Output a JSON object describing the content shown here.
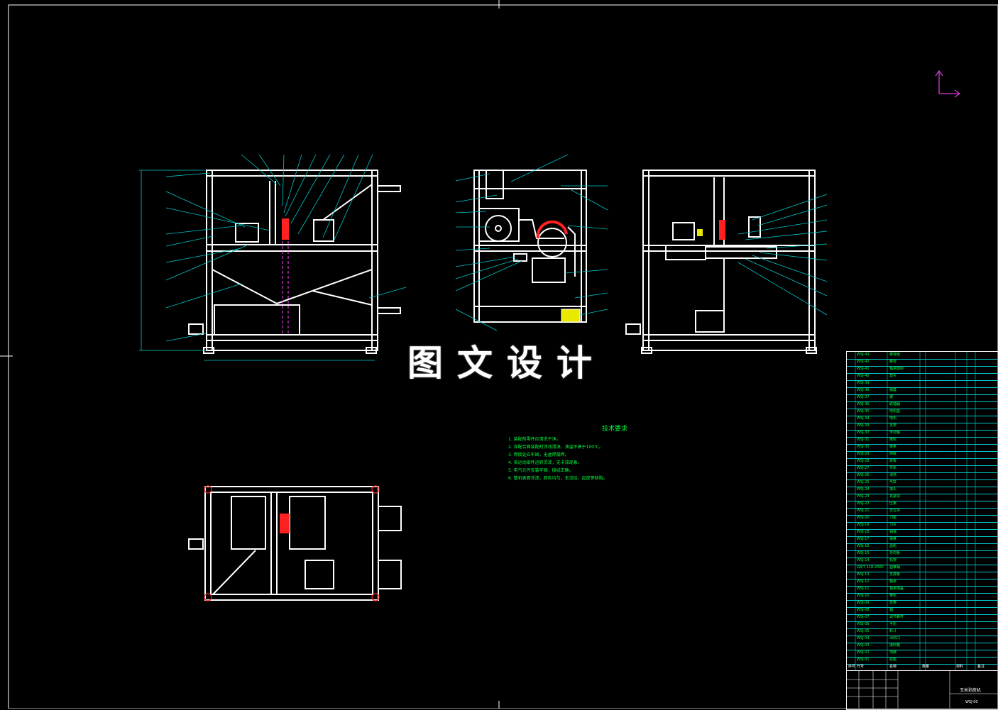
{
  "watermark": "图文设计",
  "tech_requirements": {
    "title": "技术要求",
    "items": [
      "1. 装配前零件应清洗干净。",
      "2. 各配合面装配时涂润滑油，油温不高于100℃。",
      "3. 焊接处应牢固，无虚焊漏焊。",
      "4. 各运动部件运转灵活，无卡滞现象。",
      "5. 电气元件安装牢固，接线正确。",
      "6. 整机表面涂漆，颜色均匀，无流挂、起皮等缺陷。"
    ]
  },
  "bom": {
    "rows": [
      {
        "code": "WSJ-43",
        "name": "螺栓组"
      },
      {
        "code": "WSJ-42",
        "name": "螺母"
      },
      {
        "code": "WSJ-41",
        "name": "轴承座组"
      },
      {
        "code": "WSJ-40",
        "name": "垫片"
      },
      {
        "code": "WSJ-39",
        "name": ""
      },
      {
        "code": "WSJ-38",
        "name": "轴套"
      },
      {
        "code": "WSJ-37",
        "name": "键"
      },
      {
        "code": "WSJ-36",
        "name": "联轴器"
      },
      {
        "code": "WSJ-35",
        "name": "电机座"
      },
      {
        "code": "WSJ-34",
        "name": "电机"
      },
      {
        "code": "WSJ-33",
        "name": "支架"
      },
      {
        "code": "WSJ-32",
        "name": "传动轴"
      },
      {
        "code": "WSJ-31",
        "name": "链轮"
      },
      {
        "code": "WSJ-30",
        "name": "链条"
      },
      {
        "code": "WSJ-29",
        "name": "挡板"
      },
      {
        "code": "WSJ-28",
        "name": "底板"
      },
      {
        "code": "WSJ-27",
        "name": "导轨"
      },
      {
        "code": "WSJ-26",
        "name": "滑块"
      },
      {
        "code": "WSJ-25",
        "name": "气缸"
      },
      {
        "code": "WSJ-24",
        "name": "接头"
      },
      {
        "code": "WSJ-23",
        "name": "夹紧块"
      },
      {
        "code": "WSJ-22",
        "name": "压板"
      },
      {
        "code": "WSJ-21",
        "name": "定位块"
      },
      {
        "code": "WSJ-20",
        "name": "刀座"
      },
      {
        "code": "WSJ-19",
        "name": "刀片"
      },
      {
        "code": "WSJ-18",
        "name": "销轴"
      },
      {
        "code": "WSJ-17",
        "name": "弹簧"
      },
      {
        "code": "WSJ-16",
        "name": "齿轮"
      },
      {
        "code": "WSJ-15",
        "name": "导向板"
      },
      {
        "code": "WSJ-14",
        "name": "机架"
      },
      {
        "code": "GB/T 118-2000",
        "name": "圆锥销"
      },
      {
        "code": "WSJ-13",
        "name": "支撑板"
      },
      {
        "code": "WSJ-12",
        "name": "轴承"
      },
      {
        "code": "WSJ-11",
        "name": "轴承端盖"
      },
      {
        "code": "WSJ-10",
        "name": "带轮"
      },
      {
        "code": "WSJ-09",
        "name": "皮带"
      },
      {
        "code": "WSJ-08",
        "name": "轴"
      },
      {
        "code": "WSJ-07",
        "name": "调节螺杆"
      },
      {
        "code": "WSJ-06",
        "name": "手轮"
      },
      {
        "code": "WSJ-05",
        "name": "料斗"
      },
      {
        "code": "WSJ-04",
        "name": "出料口"
      },
      {
        "code": "WSJ-03",
        "name": "接料箱"
      },
      {
        "code": "WSJ-02",
        "name": "地脚"
      },
      {
        "code": "WSJ-01",
        "name": "底座"
      }
    ],
    "headers": [
      "序号",
      "代号",
      "名称",
      "数量",
      "材料",
      "备注"
    ]
  },
  "title_block": {
    "name": "玉米剥皮机",
    "code": "WSJ-00"
  },
  "colors": {
    "frame": "#ffffff",
    "leader": "#00c8c8",
    "text": "#00ff40",
    "accent": "#ff2020",
    "hatch": "#e8e800",
    "ucs": "#d040d0"
  }
}
